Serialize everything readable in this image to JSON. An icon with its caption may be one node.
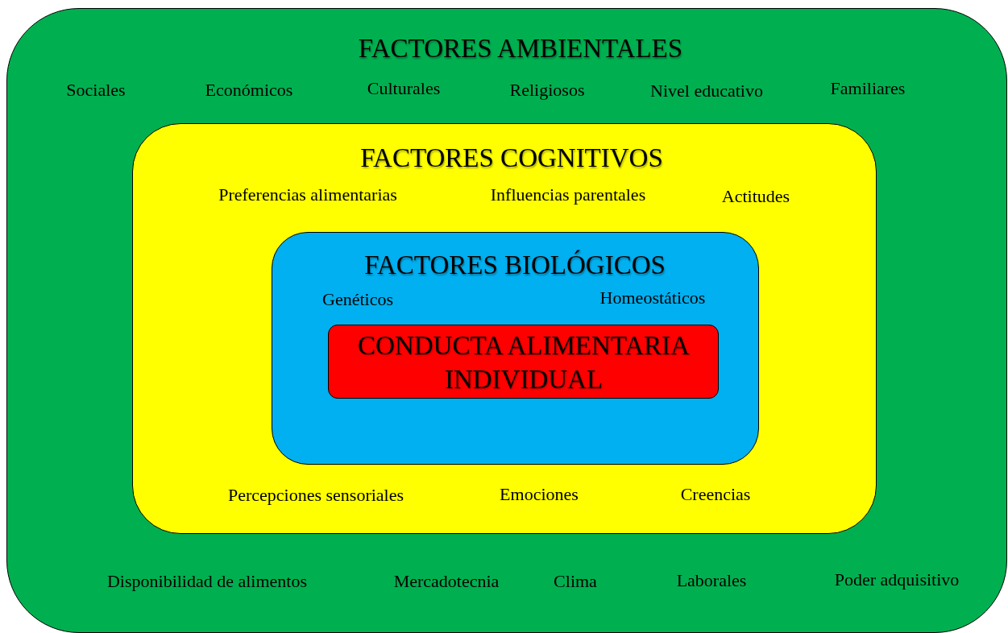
{
  "diagram": {
    "nodes": [
      {
        "text": [
          "FACTORES AMBIENTALES",
          "Sociales",
          "Económicos",
          "Culturales",
          "Religiosos",
          "Nivel educativo",
          "Familiares",
          "Disponibilidad de alimentos",
          "Mercadotecnia",
          "Clima",
          "Laborales",
          "Poder adquisitivo"
        ]
      },
      {
        "text": [
          "FACTORES COGNITIVOS",
          "Preferencias alimentarias",
          "Influencias parentales",
          "Actitudes",
          "Percepciones sensoriales",
          "Emociones",
          "Creencias"
        ],
        "in": 0
      },
      {
        "text": [
          "FACTORES BIOLÓGICOS",
          "Genéticos",
          "Homeostáticos"
        ],
        "in": 1
      },
      {
        "text": [
          "CONDUCTA ALIMENTARIA INDIVIDUAL"
        ],
        "in": 2
      }
    ],
    "edges": []
  }
}
